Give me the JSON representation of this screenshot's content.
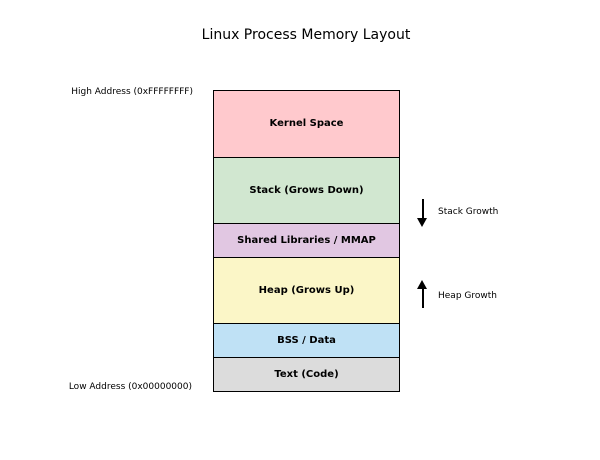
{
  "title": "Linux Process Memory Layout",
  "address_labels": {
    "high": "High Address (0xFFFFFFFF)",
    "low": "Low Address (0x00000000)"
  },
  "segments": [
    {
      "label": "Kernel Space",
      "color": "#ffc9cd",
      "weight": 2
    },
    {
      "label": "Stack (Grows Down)",
      "color": "#d1e7d0",
      "weight": 2
    },
    {
      "label": "Shared Libraries / MMAP",
      "color": "#e1c7e2",
      "weight": 1
    },
    {
      "label": "Heap (Grows Up)",
      "color": "#fbf6c7",
      "weight": 2
    },
    {
      "label": "BSS / Data",
      "color": "#bfe1f5",
      "weight": 1
    },
    {
      "label": "Text (Code)",
      "color": "#dcdcdc",
      "weight": 1
    }
  ],
  "annotations": {
    "stack_growth": {
      "label": "Stack Growth",
      "direction": "down"
    },
    "heap_growth": {
      "label": "Heap Growth",
      "direction": "up"
    }
  },
  "colors": {
    "background": "#ffffff",
    "border": "#000000",
    "text": "#000000"
  }
}
